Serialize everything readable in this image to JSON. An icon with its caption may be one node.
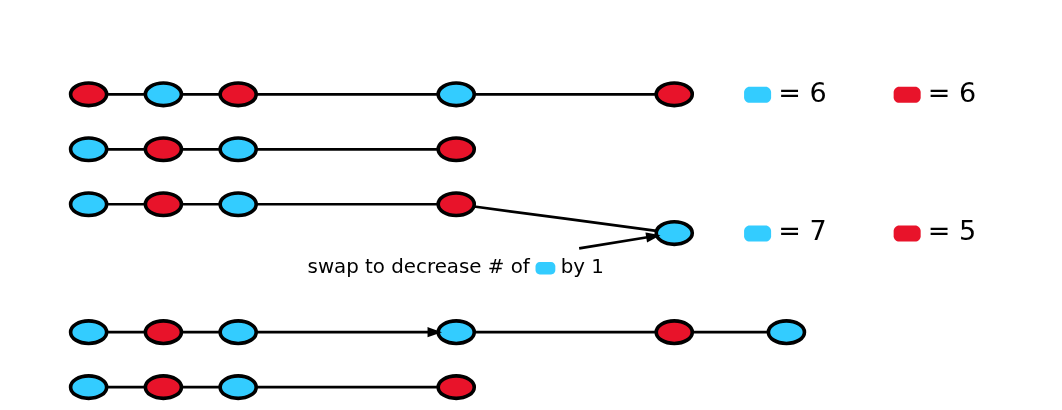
{
  "diagram": {
    "nodes": [
      {
        "text": [],
        "shape": "circle"
      },
      {
        "text": [],
        "shape": "circle"
      },
      {
        "text": [],
        "shape": "circle"
      },
      {
        "text": [],
        "shape": "circle"
      },
      {
        "text": [],
        "shape": "circle"
      },
      {
        "text": [],
        "shape": "circle"
      },
      {
        "text": [],
        "shape": "circle"
      },
      {
        "text": [],
        "shape": "circle"
      },
      {
        "text": [],
        "shape": "circle"
      },
      {
        "text": [],
        "shape": "circle"
      },
      {
        "text": [],
        "shape": "circle"
      },
      {
        "text": [],
        "shape": "circle"
      },
      {
        "text": [],
        "shape": "circle"
      },
      {
        "text": [],
        "shape": "circle"
      },
      {
        "text": [],
        "shape": "circle"
      },
      {
        "text": [],
        "shape": "circle"
      },
      {
        "text": [],
        "shape": "circle"
      },
      {
        "text": [],
        "shape": "circle"
      },
      {
        "text": [],
        "shape": "circle"
      },
      {
        "text": [],
        "shape": "circle"
      },
      {
        "text": [],
        "shape": "circle"
      },
      {
        "text": [],
        "shape": "circle"
      },
      {
        "text": [],
        "shape": "circle"
      },
      {
        "text": [],
        "shape": "circle"
      },
      {
        "text": [
          "swap to decrease # of",
          "by 1"
        ]
      }
    ],
    "edges": [
      {
        "from": 0,
        "to": 1,
        "arrow": "none"
      },
      {
        "from": 1,
        "to": 2,
        "arrow": "none"
      },
      {
        "from": 2,
        "to": 3,
        "arrow": "none"
      },
      {
        "from": 4,
        "to": 5,
        "arrow": "none"
      },
      {
        "from": 5,
        "to": 6,
        "arrow": "none"
      },
      {
        "from": 7,
        "to": 8,
        "arrow": "none"
      },
      {
        "from": 8,
        "to": 9,
        "arrow": "none"
      },
      {
        "from": 9,
        "to": 10,
        "arrow": "none"
      },
      {
        "from": 10,
        "to": 11,
        "arrow": "none"
      },
      {
        "from": 12,
        "to": 13,
        "arrow": "none"
      },
      {
        "from": 13,
        "to": 14,
        "arrow": "none"
      },
      {
        "from": 14,
        "to": 15,
        "arrow": "none"
      },
      {
        "from": 16,
        "to": 17,
        "arrow": "none"
      },
      {
        "from": 17,
        "to": 18,
        "arrow": "none"
      },
      {
        "from": 19,
        "to": 20,
        "arrow": "none"
      },
      {
        "from": 20,
        "to": 21,
        "arrow": "none"
      },
      {
        "from": 21,
        "to": 22,
        "arrow": "none"
      },
      {
        "from": 22,
        "to": 23,
        "arrow": "none"
      },
      {
        "from": 6,
        "to": 16,
        "arrow": "to"
      },
      {
        "from": 24,
        "to": 11,
        "arrow": "to"
      }
    ],
    "legend": [
      {
        "text": "= 7",
        "color": "#33ccff"
      },
      {
        "text": "= 5",
        "color": "#e8132a"
      },
      {
        "text": "= 6",
        "color": "#33ccff"
      },
      {
        "text": "= 6",
        "color": "#e8132a"
      }
    ]
  }
}
